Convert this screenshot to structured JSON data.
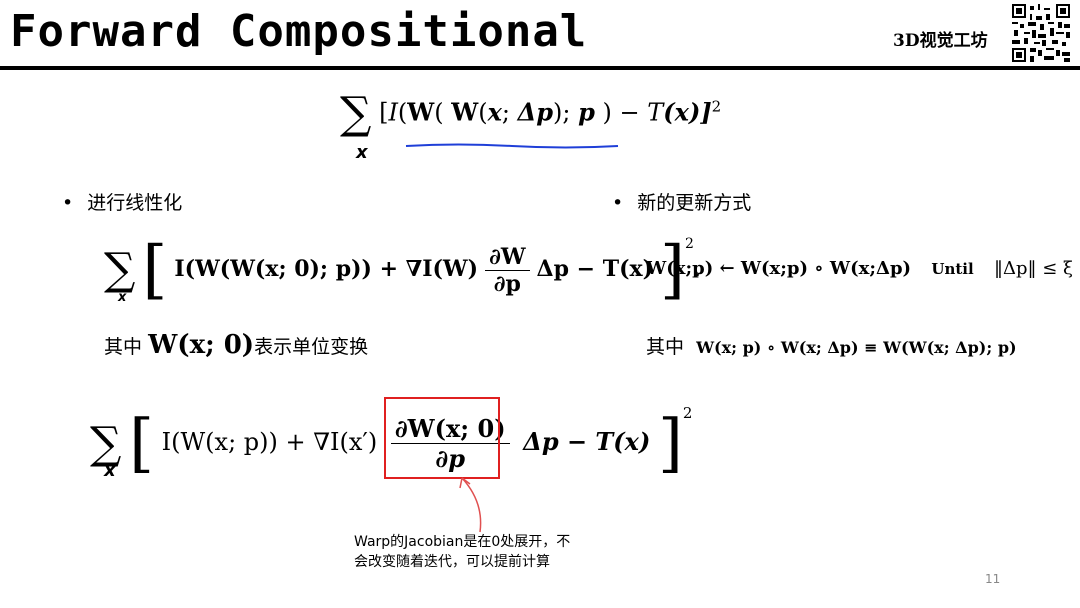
{
  "header": {
    "title": "Forward Compositional",
    "brand": "3D视觉工坊"
  },
  "eq_top": {
    "sum_sub": "x",
    "lbr": "[",
    "I": "I",
    "W1": "W",
    "W2": "W",
    "x": "x",
    "semi": ";",
    "dp": "Δp",
    "rparen_semi": ");",
    "p": "p",
    "close_minus": ") − ",
    "T": "T",
    "tx": "(x)]",
    "sq": "2"
  },
  "left": {
    "bullet": "进行线性化",
    "caption_prefix": "其中",
    "caption_math": "W(x; 0)",
    "caption_suffix": "表示单位变换",
    "eq1_body_a": "I(W(W(x; 0); p)) + ∇I(W)",
    "eq1_num": "∂W",
    "eq1_den": "∂p",
    "eq1_body_b": "Δp − T(x)",
    "eq1_sq": "2",
    "eq1_period": "."
  },
  "right": {
    "bullet": "新的更新方式",
    "update_eq": "W(x;p) ← W(x;p) ∘ W(x;Δp)",
    "until": "Until",
    "cond": "‖Δp‖ ≤ ξ",
    "caption_prefix": "其中",
    "caption_math": "W(x; p) ∘ W(x; Δp)  ≡  W(W(x; Δp); p)"
  },
  "eq_bottom": {
    "sum_sub": "x",
    "body_a": "I(W(x; p)) + ∇I(x′)",
    "num": "∂W(x; 0)",
    "den": "∂p",
    "body_b": "Δp − T(x)",
    "sq": "2"
  },
  "annotation": {
    "line1": "Warp的Jacobian是在0处展开，不",
    "line2": "会改变随着迭代，可以提前计算"
  },
  "footer": {
    "page": "11"
  },
  "colors": {
    "highlight_box": "#e02020",
    "underline": "#1f3fd8",
    "arrow": "#e05050"
  }
}
